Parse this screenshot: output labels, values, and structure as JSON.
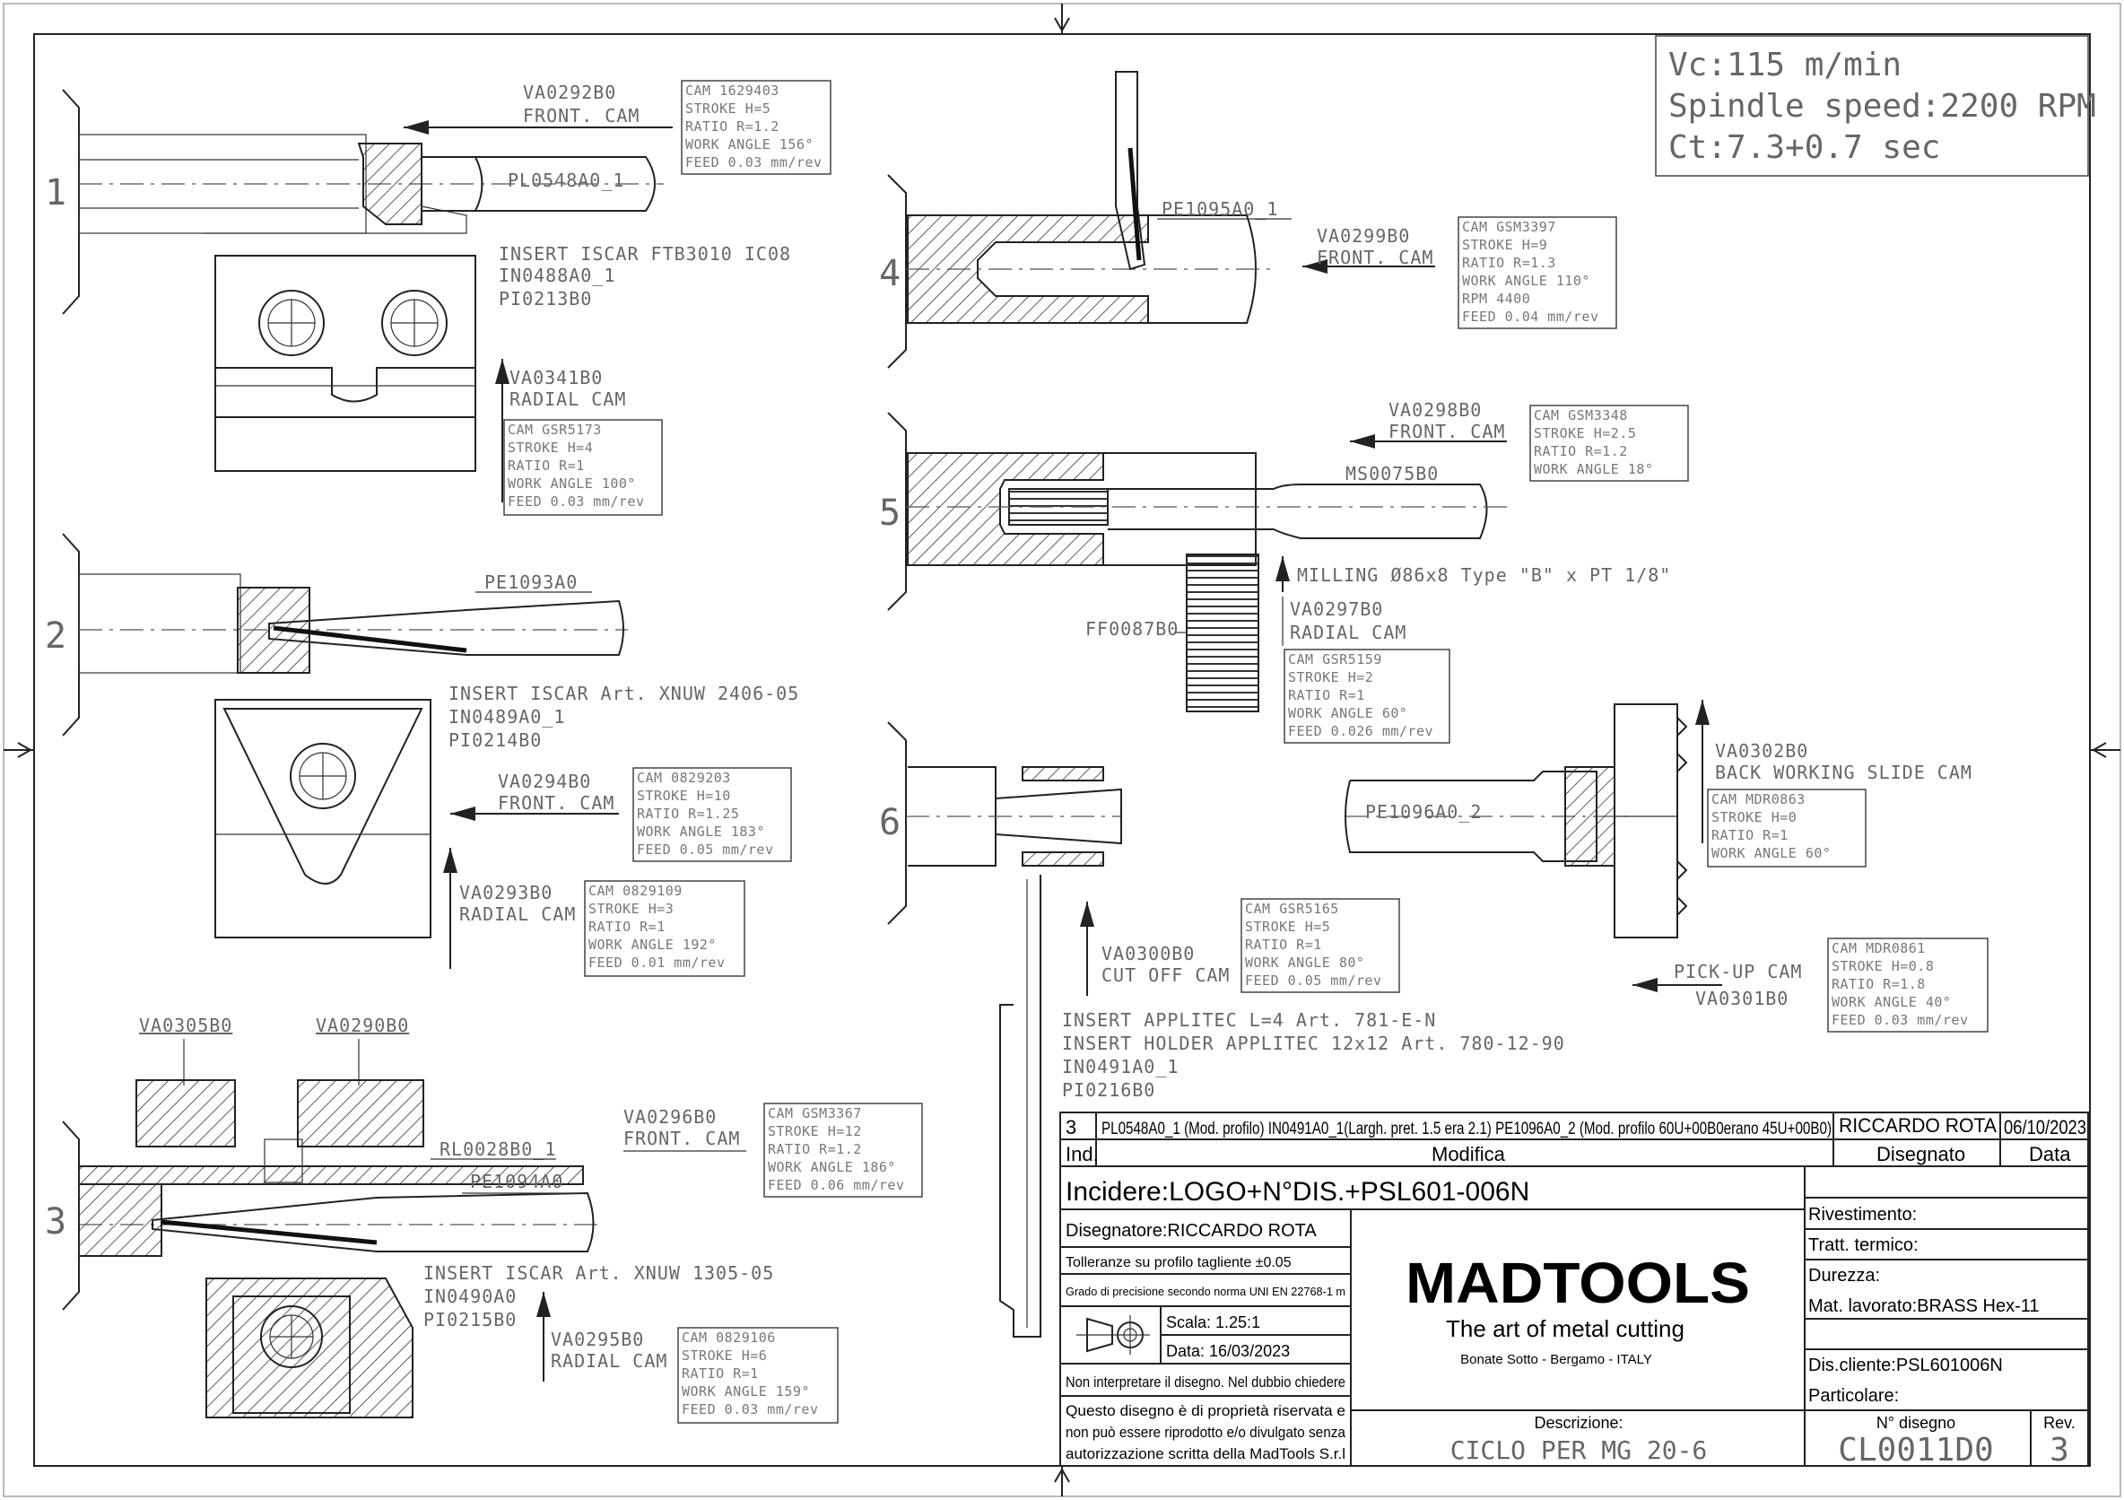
{
  "header_box": {
    "vc": "Vc:115 m/min",
    "spindle": "Spindle speed:2200 RPM",
    "ct": "Ct:7.3+0.7 sec"
  },
  "stations": {
    "s1": {
      "num": "1",
      "cam_name": "VA0292B0",
      "cam_type": "FRONT. CAM",
      "cam_box": [
        "CAM 1629403",
        "STROKE H=5",
        "RATIO R=1.2",
        "WORK ANGLE 156°",
        "FEED 0.03 mm/rev"
      ],
      "part": "PL0548A0_1",
      "insert": [
        "INSERT ISCAR FTB3010 IC08",
        "IN0488A0_1",
        "PI0213B0"
      ],
      "radial_name": "VA0341B0",
      "radial_type": "RADIAL CAM",
      "radial_box": [
        "CAM GSR5173",
        "STROKE H=4",
        "RATIO R=1",
        "WORK ANGLE 100°",
        "FEED 0.03 mm/rev"
      ]
    },
    "s2": {
      "num": "2",
      "part": "PE1093A0",
      "insert": [
        "INSERT ISCAR Art. XNUW 2406-05",
        "IN0489A0_1",
        "PI0214B0"
      ],
      "cam_name": "VA0294B0",
      "cam_type": "FRONT. CAM",
      "cam_box": [
        "CAM 0829203",
        "STROKE H=10",
        "RATIO R=1.25",
        "WORK ANGLE 183°",
        "FEED 0.05 mm/rev"
      ],
      "radial_name": "VA0293B0",
      "radial_type": "RADIAL CAM",
      "radial_box": [
        "CAM 0829109",
        "STROKE H=3",
        "RATIO R=1",
        "WORK ANGLE 192°",
        "FEED 0.01 mm/rev"
      ]
    },
    "s3": {
      "num": "3",
      "top_left": "VA0305B0",
      "top_right": "VA0290B0",
      "cam_name": "VA0296B0",
      "cam_type": "FRONT. CAM",
      "cam_box": [
        "CAM GSM3367",
        "STROKE H=12",
        "RATIO R=1.2",
        "WORK ANGLE 186°",
        "FEED 0.06 mm/rev"
      ],
      "rl": "RL0028B0_1",
      "part": "PE1094A0",
      "insert": [
        "INSERT ISCAR Art. XNUW 1305-05",
        "IN0490A0",
        "PI0215B0"
      ],
      "radial_name": "VA0295B0",
      "radial_type": "RADIAL CAM",
      "radial_box": [
        "CAM 0829106",
        "STROKE H=6",
        "RATIO R=1",
        "WORK ANGLE 159°",
        "FEED 0.03 mm/rev"
      ]
    },
    "s4": {
      "num": "4",
      "part": "PE1095A0_1",
      "cam_name": "VA0299B0",
      "cam_type": "FRONT. CAM",
      "cam_box": [
        "CAM GSM3397",
        "STROKE H=9",
        "RATIO R=1.3",
        "WORK ANGLE 110°",
        "RPM 4400",
        "FEED 0.04 mm/rev"
      ]
    },
    "s5": {
      "num": "5",
      "cam_name": "VA0298B0",
      "cam_type": "FRONT. CAM",
      "cam_box": [
        "CAM GSM3348",
        "STROKE H=2.5",
        "RATIO R=1.2",
        "WORK ANGLE 18°"
      ],
      "part": "MS0075B0",
      "milling": "MILLING Ø86x8 Type \"B\" x PT 1/8\"",
      "ff": "FF0087B0",
      "radial_name": "VA0297B0",
      "radial_type": "RADIAL CAM",
      "radial_box": [
        "CAM GSR5159",
        "STROKE H=2",
        "RATIO R=1",
        "WORK ANGLE 60°",
        "FEED 0.026 mm/rev"
      ]
    },
    "s6": {
      "num": "6",
      "part": "PE1096A0_2",
      "back_name": "VA0302B0",
      "back_type": "BACK WORKING SLIDE CAM",
      "back_box": [
        "CAM MDR0863",
        "STROKE H=0",
        "RATIO R=1",
        "WORK ANGLE 60°"
      ],
      "cut_name": "VA0300B0",
      "cut_type": "CUT OFF CAM",
      "cut_box": [
        "CAM GSR5165",
        "STROKE H=5",
        "RATIO R=1",
        "WORK ANGLE 80°",
        "FEED 0.05 mm/rev"
      ],
      "pick_type": "PICK-UP CAM",
      "pick_name": "VA0301B0",
      "pick_box": [
        "CAM MDR0861",
        "STROKE H=0.8",
        "RATIO R=1.8",
        "WORK ANGLE 40°",
        "FEED 0.03 mm/rev"
      ],
      "insert": [
        "INSERT APPLITEC L=4 Art. 781-E-N",
        "INSERT HOLDER APPLITEC 12x12 Art. 780-12-90",
        "IN0491A0_1",
        "PI0216B0"
      ]
    }
  },
  "title_block": {
    "rev_num": "3",
    "rev_desc": "PL0548A0_1 (Mod. profilo) IN0491A0_1(Largh. pret. 1.5 era 2.1) PE1096A0_2 (Mod. profilo 60U+00B0erano 45U+00B0)",
    "rev_by": "RICCARDO ROTA",
    "rev_date": "06/10/2023",
    "h_ind": "Ind.",
    "h_modifica": "Modifica",
    "h_disegnato": "Disegnato",
    "h_data": "Data",
    "incidere": "Incidere:LOGO+N°DIS.+PSL601-006N",
    "disegnatore": "Disegnatore:RICCARDO ROTA",
    "tolleranze": "Tolleranze su profilo tagliente ±0.05",
    "grado": "Grado di precisione secondo norma UNI EN 22768-1 m",
    "scala": "Scala: 1.25:1",
    "data_dis": "Data: 16/03/2023",
    "non_interpretare": "Non interpretare il disegno. Nel dubbio chiedere",
    "proprieta": [
      "Questo disegno è di proprietà riservata e",
      "non può essere riprodotto e/o divulgato senza",
      "autorizzazione scritta della MadTools S.r.l"
    ],
    "logo": "MADTOOLS",
    "tagline": "The art of metal cutting",
    "address": "Bonate Sotto - Bergamo - ITALY",
    "rivestimento": "Rivestimento:",
    "tratt": "Tratt. termico:",
    "durezza": "Durezza:",
    "mat": "Mat. lavorato:BRASS Hex-11",
    "dis_cliente": "Dis.cliente:PSL601006N",
    "particolare": "Particolare:",
    "descr_label": "Descrizione:",
    "descr": "CICLO PER MG 20-6",
    "ndis_label": "N° disegno",
    "ndis": "CL0011D0",
    "rev_label": "Rev.",
    "rev": "3"
  }
}
